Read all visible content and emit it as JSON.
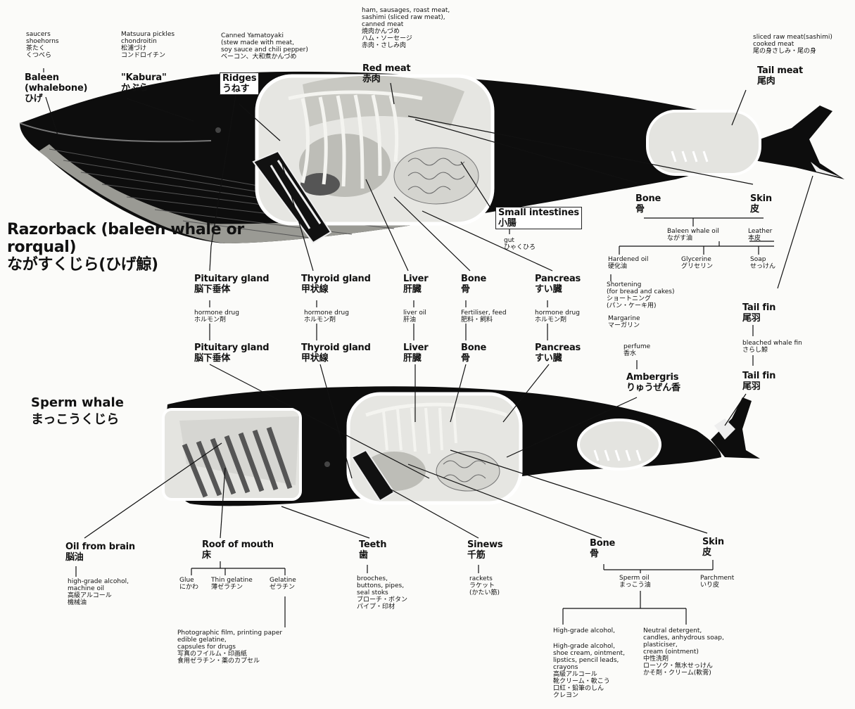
{
  "labels": {
    "rz_baleen_use": "saucers\nshoehorns\n茶たく\nくつべら",
    "rz_baleen": "Baleen\n(whalebone)\nひげ",
    "rz_kabura_use": "Matsuura pickles\nchondroitin\n松浦づけ\nコンドロイチン",
    "rz_kabura": "\"Kabura\"\nかぶら",
    "rz_ridges_use": "Canned Yamatoyaki\n(stew made with meat,\nsoy sauce and chili pepper)\nベーコン、大和煮かんづめ",
    "rz_ridges": "Ridges\nうねす",
    "rz_red_use": "ham, sausages, roast meat,\nsashimi (sliced raw meat),\ncanned meat\n焼肉かんづめ\nハム・ソーセージ\n赤肉・さしみ肉",
    "rz_red": "Red meat\n赤肉",
    "rz_tail_use": "sliced raw meat(sashimi)\ncooked meat\n尾の身さしみ・尾の身",
    "rz_tail": "Tail meat\n尾肉",
    "rz_title": "Razorback (baleen whale or\nrorqual)\nながすくじら(ひげ鯨)",
    "rz_small": "Small intestines\n小腸",
    "rz_gut": "gut\nひゃくひろ",
    "rz_bone": "Bone\n骨",
    "rz_skin": "Skin\n皮",
    "rz_baleen_oil": "Baleen whale oil\nながす油",
    "rz_leather": "Leather\n本皮",
    "rz_hardened": "Hardened oil\n硬化油",
    "rz_glycerine": "Glycerine\nグリセリン",
    "rz_soap": "Soap\nせっけん",
    "rz_shortening": "Shortening\n(for bread and cakes)\nショートニング\n(パン・ケーキ用)",
    "rz_margarine": "Margarine\nマーガリン",
    "rz_pit": "Pituitary gland\n脳下垂体",
    "rz_pit_use": "hormone drug\nホルモン剤",
    "rz_thy": "Thyroid gland\n甲状線",
    "rz_thy_use": "hormone drug\nホルモン剤",
    "rz_liver": "Liver\n肝臓",
    "rz_liver_use": "liver oil\n肝油",
    "rz_bone2": "Bone\n骨",
    "rz_bone2_use": "Fertiliser, feed\n肥料・飼料",
    "rz_panc": "Pancreas\nすい臓",
    "rz_panc_use": "hormone drug\nホルモン剤",
    "rz_tailfin": "Tail fin\n尾羽",
    "rz_tailfin_use": "bleached whale fin\nさらし鯨",
    "sp_pit": "Pituitary gland\n脳下垂体",
    "sp_thy": "Thyroid gland\n甲状線",
    "sp_liver": "Liver\n肝臓",
    "sp_bone_top": "Bone\n骨",
    "sp_panc": "Pancreas\nすい臓",
    "sp_perfume": "perfume\n香水",
    "sp_amber": "Ambergris\nりゅうぜん香",
    "sp_tailfin": "Tail fin\n尾羽",
    "sp_title": "Sperm whale\nまっこうくじら",
    "sp_oilbrain": "Oil from brain\n脳油",
    "sp_oilbrain_use": "high-grade alcohol,\nmachine oil\n高級アルコール\n機械油",
    "sp_roof": "Roof of mouth\n床",
    "sp_glue": "Glue\nにかわ",
    "sp_thin": "Thin gelatine\n薄ゼラチン",
    "sp_gelatine": "Gelatine\nゼラチン",
    "sp_photo": "Photographic film, printing paper\nedible gelatine,\ncapsules for drugs\n写真のフイルム・印画紙\n食用ゼラチン・薬のカプセル",
    "sp_teeth": "Teeth\n歯",
    "sp_teeth_use": "brooches,\nbuttons, pipes,\nseal stoks\nブローチ・ボタン\nパイプ・印材",
    "sp_sinews": "Sinews\n千筋",
    "sp_sinews_use": "rackets\nラケット\n(かたい筋)",
    "sp_bone": "Bone\n骨",
    "sp_skin": "Skin\n皮",
    "sp_oil": "Sperm oil\nまっこう油",
    "sp_parchment": "Parchment\nいり皮",
    "sp_hga": "High-grade alcohol,",
    "sp_hga2": "High-grade alcohol,\nshoe cream, ointment,\nlipstics, pencil leads,\ncrayons\n高級アルコール\n靴クリーム・軟こう\n口紅・鉛筆のしん\nクレヨン",
    "sp_neutral": "Neutral detergent,\ncandles, anhydrous soap,\nplasticiser,\ncream (ointment)\n中性洗剤\nローソク・無水せっけん\nかそ剤・クリーム(軟膏)"
  }
}
